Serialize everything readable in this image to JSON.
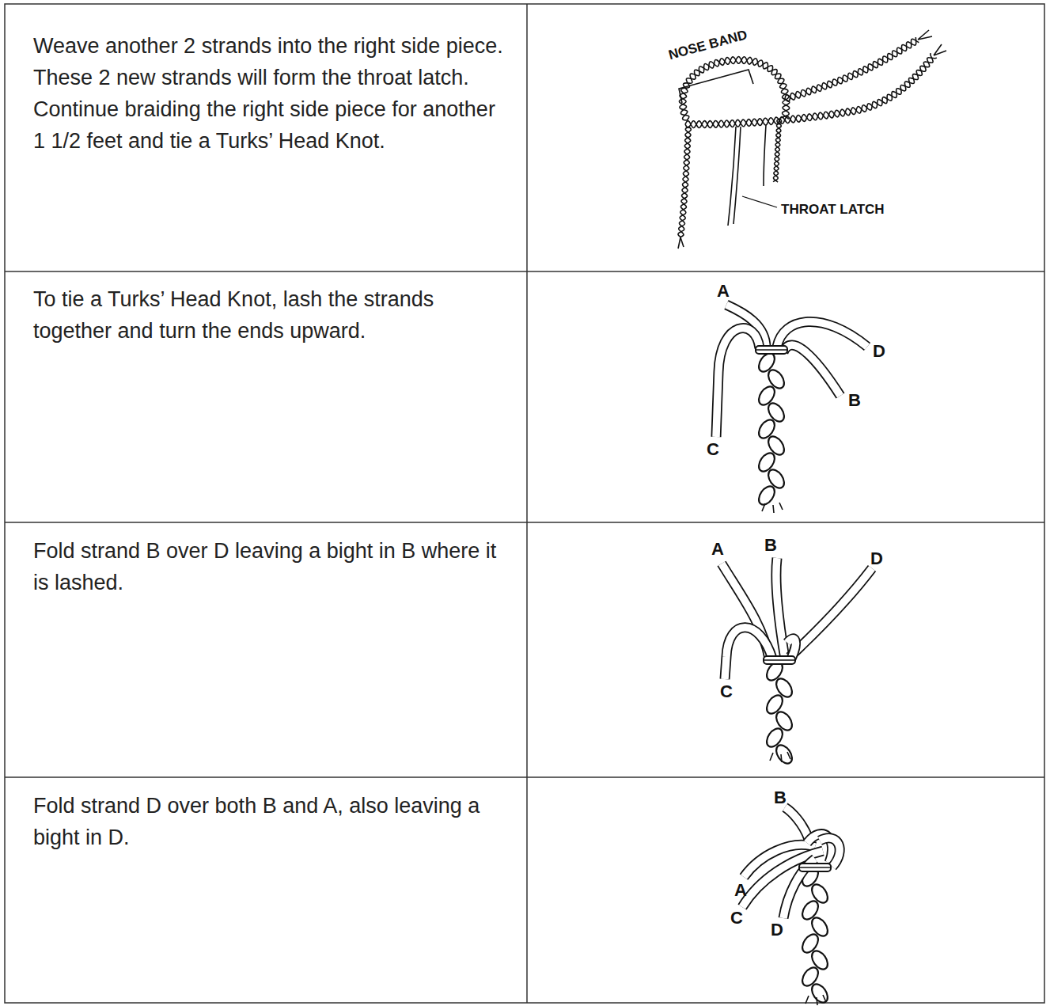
{
  "diagram": {
    "labels": [
      "Weave another 2 strands into the right side piece. These 2 new strands will form the throat latch. Continue braiding the right side piece for another 1 1/2 feet and tie a Turks’ Head Knot.",
      "NOSE BAND",
      "THROAT LATCH",
      "To tie a Turks’ Head Knot, lash the strands together and turn the ends upward.",
      "A",
      "D",
      "B",
      "C",
      "Fold strand B over D leaving a bight in B where it is lashed.",
      "A",
      "B",
      "D",
      "C",
      "Fold strand D over both B and A, also leaving a bight in D.",
      "B",
      "A",
      "C",
      "D"
    ]
  }
}
